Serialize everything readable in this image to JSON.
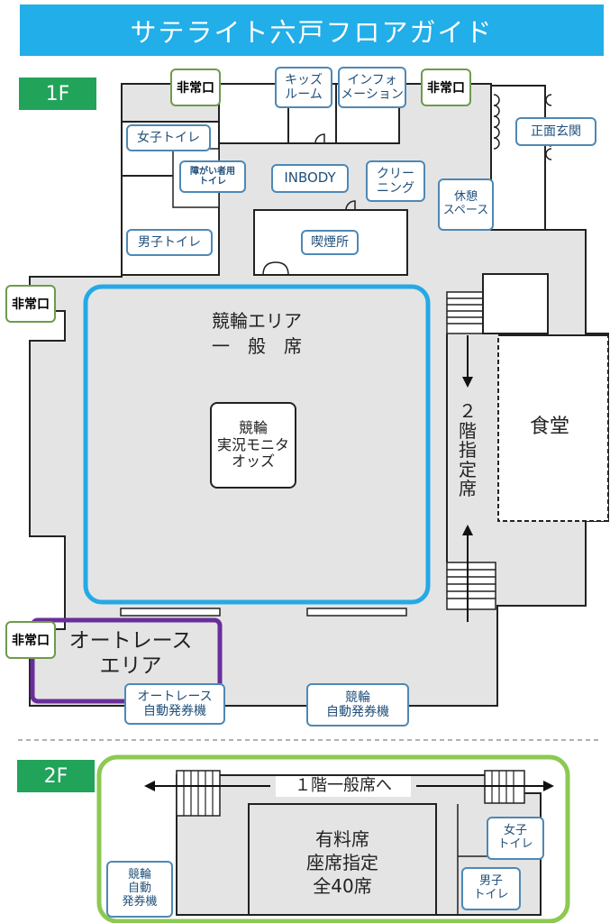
{
  "title": "サテライト六戸フロアガイド",
  "floors": {
    "f1": "1F",
    "f2": "2F"
  },
  "f1": {
    "emergency_exit": "非常口",
    "kids_room": "キッズ\nルーム",
    "information": "インフォ\nメーション",
    "womens_toilet": "女子トイレ",
    "accessible_toilet": "障がい者用\nトイレ",
    "mens_toilet": "男子トイレ",
    "inbody": "INBODY",
    "cleaning": "クリー\nニング",
    "rest_space": "休憩\nスペース",
    "main_entrance": "正面玄関",
    "smoking_room": "喫煙所",
    "keirin_area": "競輪エリア\n一　般　席",
    "monitor": "競輪\n実況モニタ\nオッズ",
    "reserved_2f": "２\n階\n指\n定\n席",
    "cafeteria": "食堂",
    "autorace_area": "オートレース\nエリア",
    "autorace_ticket": "オートレース\n自動発券機",
    "keirin_ticket": "競輪\n自動発券機"
  },
  "f2": {
    "to_1f": "１階一般席へ",
    "paid_seats": "有料席\n座席指定\n全40席",
    "womens_toilet": "女子\nトイレ",
    "mens_toilet": "男子\nトイレ",
    "keirin_ticket": "競輪\n自動\n発券機"
  },
  "colors": {
    "title_bg": "#22aee8",
    "floor_tag": "#21a35a",
    "keirin_border": "#25a9e6",
    "autorace_border": "#6a2e9a",
    "f2_border": "#8cc951",
    "label_border": "#4e88b5"
  }
}
